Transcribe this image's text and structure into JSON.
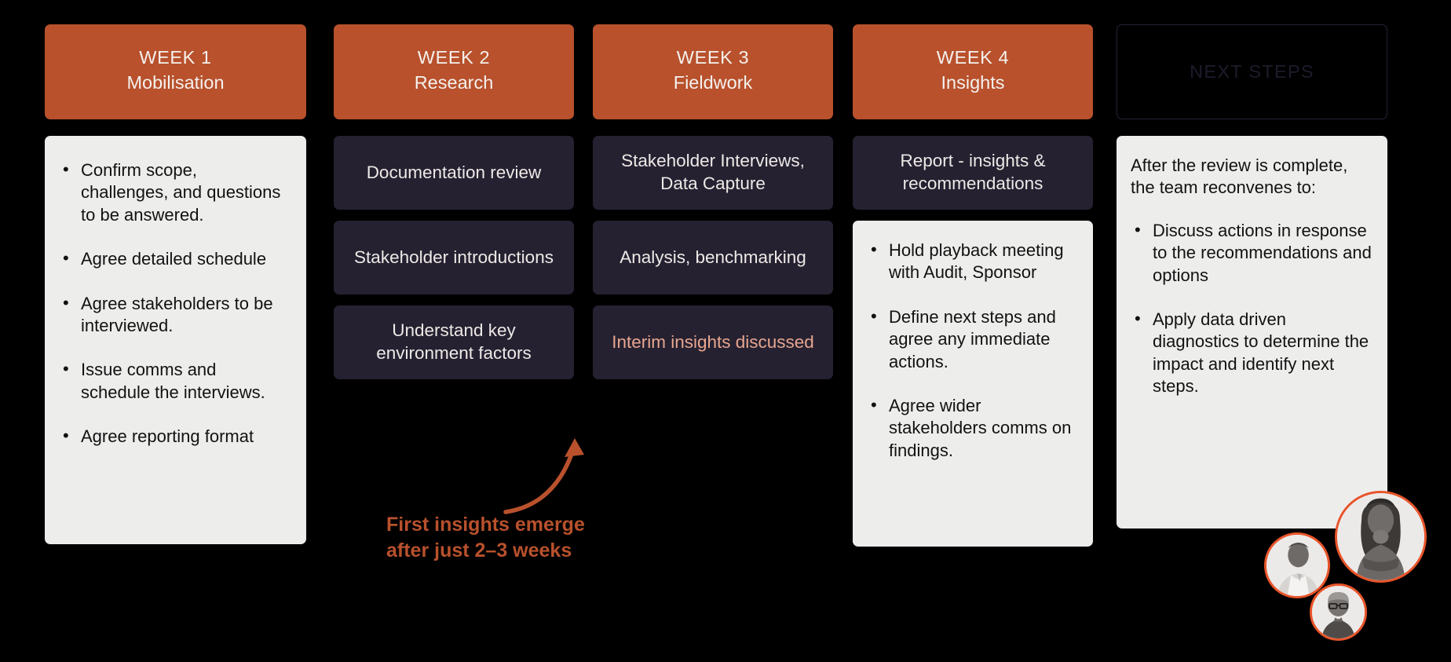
{
  "columns": [
    {
      "id": "week-1",
      "header": {
        "week": "WEEK 1",
        "sub": "Mobilisation"
      },
      "bullets": [
        "Confirm scope, challenges, and questions to be answered.",
        "Agree detailed schedule",
        "Agree stakeholders to be interviewed.",
        "Issue comms and schedule the interviews.",
        "Agree reporting format"
      ]
    },
    {
      "id": "week-2",
      "header": {
        "week": "WEEK 2",
        "sub": "Research"
      },
      "cards": [
        {
          "text": "Documentation review",
          "accent": false
        },
        {
          "text": "Stakeholder introductions",
          "accent": false
        },
        {
          "text": "Understand key environment factors",
          "accent": false
        }
      ]
    },
    {
      "id": "week-3",
      "header": {
        "week": "WEEK 3",
        "sub": "Fieldwork"
      },
      "cards": [
        {
          "text": "Stakeholder Interviews, Data Capture",
          "accent": false
        },
        {
          "text": "Analysis, benchmarking",
          "accent": false
        },
        {
          "text": "Interim insights discussed",
          "accent": true
        }
      ]
    },
    {
      "id": "week-4",
      "header": {
        "week": "WEEK 4",
        "sub": "Insights"
      },
      "cards": [
        {
          "text": "Report - insights & recommendations",
          "accent": false
        }
      ],
      "bullets": [
        "Hold playback meeting with Audit, Sponsor",
        "Define next steps and agree any immediate actions.",
        "Agree wider stakeholders comms on findings."
      ]
    },
    {
      "id": "next-steps",
      "header": {
        "week": "NEXT STEPS",
        "sub": ""
      },
      "intro": "After the review is complete, the team reconvenes to:",
      "bullets": [
        "Discuss actions in response to the recommendations and options",
        "Apply data driven diagnostics to determine the impact and identify next steps."
      ]
    }
  ],
  "annotation": {
    "line1": "First insights emerge",
    "line2": "after just 2–3 weeks"
  },
  "colors": {
    "accent_orange": "#B8512C",
    "avatar_ring": "#E8542A",
    "card_dark": "#262131",
    "card_light": "#EDEDEC",
    "accent_text": "#E7A68F",
    "background": "#000000"
  },
  "avatars": [
    {
      "name": "avatar-person-1"
    },
    {
      "name": "avatar-person-2"
    },
    {
      "name": "avatar-person-3"
    }
  ]
}
